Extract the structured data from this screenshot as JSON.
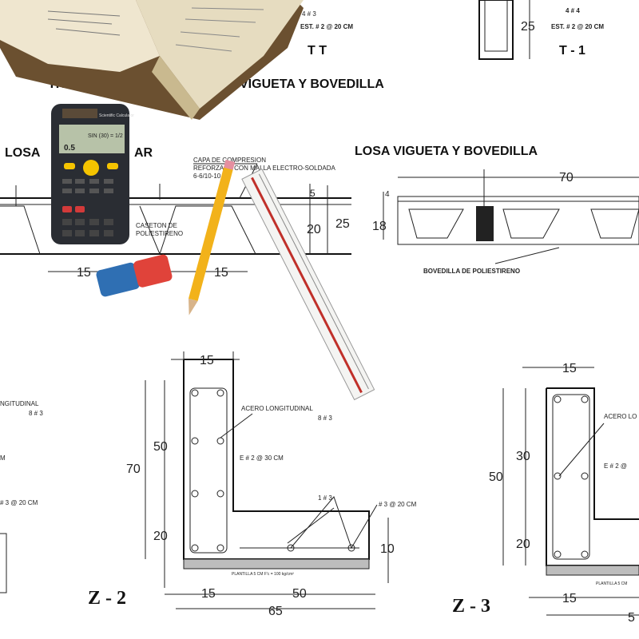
{
  "top": {
    "t_left_bars": "4 # 3",
    "t_left_stirrup": "EST. # 2 @ 20 CM",
    "t_left_label": "T T",
    "t1_bars": "4 # 4",
    "t1_stirrup": "EST. # 2 @ 20 CM",
    "t1_label": "T - 1",
    "t1_dim": "25",
    "heading_trabe": "TRABE",
    "heading_vb": "VIGUETA Y BOVEDILLA"
  },
  "losa_left": {
    "title": "LOSA",
    "title_tail": "AR",
    "note1": "CAPA DE COMPRESION",
    "note2": "REFORZADA CON MALLA ELECTRO-SOLDADA",
    "note3": "6-6/10-10",
    "note4": "CASETON DE",
    "note5": "POLIESTIRENO",
    "dim_20": "20",
    "dim_25": "25",
    "dim_5": "5",
    "dim_15a": "15",
    "dim_15b": "15"
  },
  "losa_right": {
    "title": "LOSA VIGUETA Y BOVEDILLA",
    "dim_70": "70",
    "dim_18": "18",
    "dim_4": "4",
    "note": "BOVEDILLA DE POLIESTIRENO"
  },
  "z1": {
    "label_long": "NGITUDINAL",
    "label_bars": "8 # 3",
    "label_m": "M",
    "label_stirrup": "# 3 @ 20 CM"
  },
  "z2": {
    "label": "Z - 2",
    "dim_top": "15",
    "dim_70": "70",
    "dim_50": "50",
    "dim_20": "20",
    "dim_10": "10",
    "dim_bottom15": "15",
    "dim_bottom50": "50",
    "dim_65": "65",
    "acero": "ACERO LONGITUDINAL",
    "acero_bars": "8 # 3",
    "stirrup": "E # 2 @ 30 CM",
    "bar13": "1 # 3",
    "bar_rep": "# 3 @ 20 CM",
    "plantilla": "PLANTILLA  5 CM  F'c = 100 kg/cm²"
  },
  "z3": {
    "label": "Z - 3",
    "dim_top": "15",
    "dim_50": "50",
    "dim_30": "30",
    "dim_20": "20",
    "dim_bottom15": "15",
    "dim_bottom5": "5",
    "acero": "ACERO LO",
    "stirrup": "E # 2 @",
    "plantilla": "PLANTILLA  5 CM"
  },
  "calculator": {
    "brand": "Scientific Calculator",
    "display_top": "SIN (30) = 1/2",
    "display_main": "0.5"
  },
  "colors": {
    "pencil": "#f2b21a",
    "eraser_red": "#e0433a",
    "eraser_blue": "#2f6fb3",
    "calc_body": "#2a2d33",
    "calc_yellow": "#f5c400",
    "book_page": "#efe6cf",
    "ruler_stripe": "#c0302a"
  }
}
